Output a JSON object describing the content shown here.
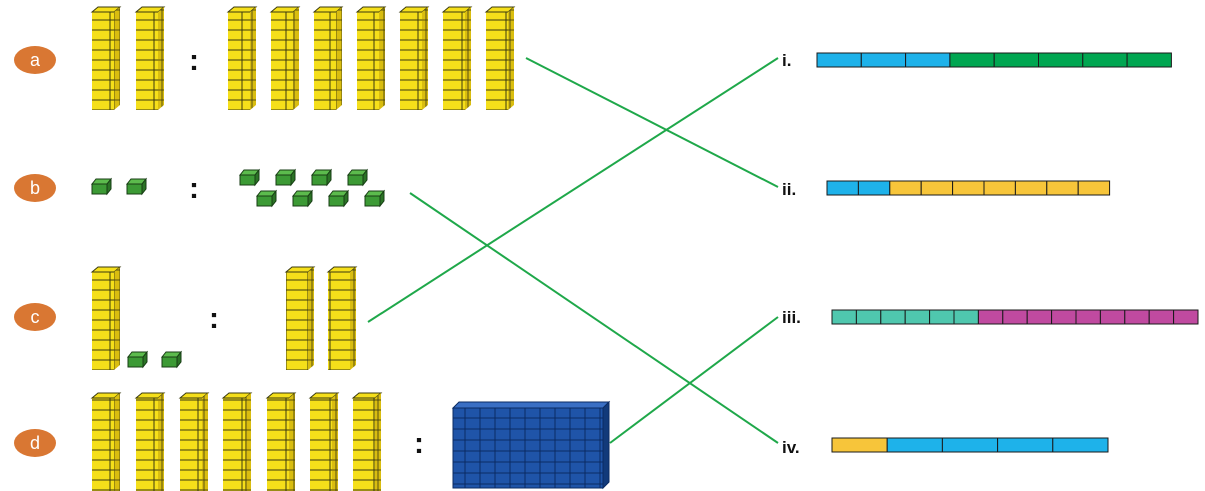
{
  "rows": [
    {
      "letter": "a",
      "colon": ":"
    },
    {
      "letter": "b",
      "colon": ":"
    },
    {
      "letter": "c",
      "colon": ":"
    },
    {
      "letter": "d",
      "colon": ":"
    }
  ],
  "options": [
    {
      "label": "i.",
      "segments": [
        {
          "count": 3,
          "color": "#1eb2ea"
        },
        {
          "count": 5,
          "color": "#00a651"
        }
      ]
    },
    {
      "label": "ii.",
      "segments": [
        {
          "count": 2,
          "color": "#1eb2ea"
        },
        {
          "count": 7,
          "color": "#f7c53a"
        }
      ]
    },
    {
      "label": "iii.",
      "segments": [
        {
          "count": 6,
          "color": "#4fc7ae"
        },
        {
          "count": 9,
          "color": "#c04aa0"
        }
      ]
    },
    {
      "label": "iv.",
      "segments": [
        {
          "count": 1,
          "color": "#f7c53a"
        },
        {
          "count": 4,
          "color": "#1eb2ea"
        }
      ]
    }
  ],
  "matches": [
    {
      "from": "a",
      "to": "ii."
    },
    {
      "from": "b",
      "to": "iv."
    },
    {
      "from": "c",
      "to": "i."
    },
    {
      "from": "d",
      "to": "iii."
    }
  ],
  "colors": {
    "badge": "#d97733",
    "rod": "#f5df1a",
    "unit_cube": "#3c9a35",
    "flat": "#1f54a8",
    "match_line": "#1fa84a"
  }
}
